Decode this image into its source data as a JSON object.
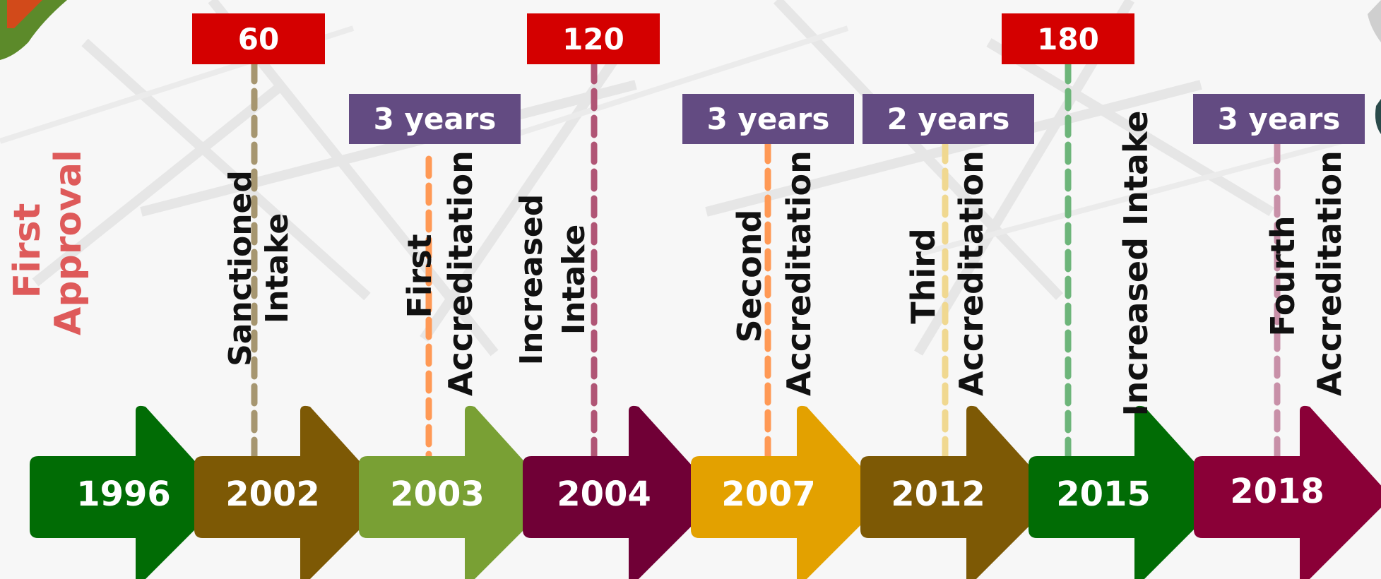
{
  "first_label": "First\nApproval",
  "years": [
    {
      "label": "1996",
      "color": "#016c05"
    },
    {
      "label": "2002",
      "color": "#7d5905"
    },
    {
      "label": "2003",
      "color": "#79a034"
    },
    {
      "label": "2004",
      "color": "#700036"
    },
    {
      "label": "2007",
      "color": "#e3a100"
    },
    {
      "label": "2012",
      "color": "#7d5905"
    },
    {
      "label": "2015",
      "color": "#016c05"
    },
    {
      "label": "2018",
      "color": "#8a0037"
    }
  ],
  "events": [
    {
      "text": "Sanctioned\nIntake",
      "line_color": "#a69670"
    },
    {
      "text": "First\nAccreditation",
      "line_color": "#ff9955"
    },
    {
      "text": "Increased\nIntake",
      "line_color": "#b05575"
    },
    {
      "text": "Second\nAccreditation",
      "line_color": "#ff9955"
    },
    {
      "text": "Third\nAccreditation",
      "line_color": "#f0d890"
    },
    {
      "text": "Increased Intake",
      "line_color": "#6db57a"
    },
    {
      "text": "Fourth\nAccreditation",
      "line_color": "#c890a8"
    }
  ],
  "intake_badges": [
    {
      "value": "60",
      "color": "#d40000"
    },
    {
      "value": "120",
      "color": "#d40000"
    },
    {
      "value": "180",
      "color": "#d40000"
    }
  ],
  "duration_badges": [
    {
      "value": "3 years",
      "color": "#634b82"
    },
    {
      "value": "3 years",
      "color": "#634b82"
    },
    {
      "value": "2 years",
      "color": "#634b82"
    },
    {
      "value": "3 years",
      "color": "#634b82"
    }
  ],
  "first_label_color": "#de5a5a"
}
